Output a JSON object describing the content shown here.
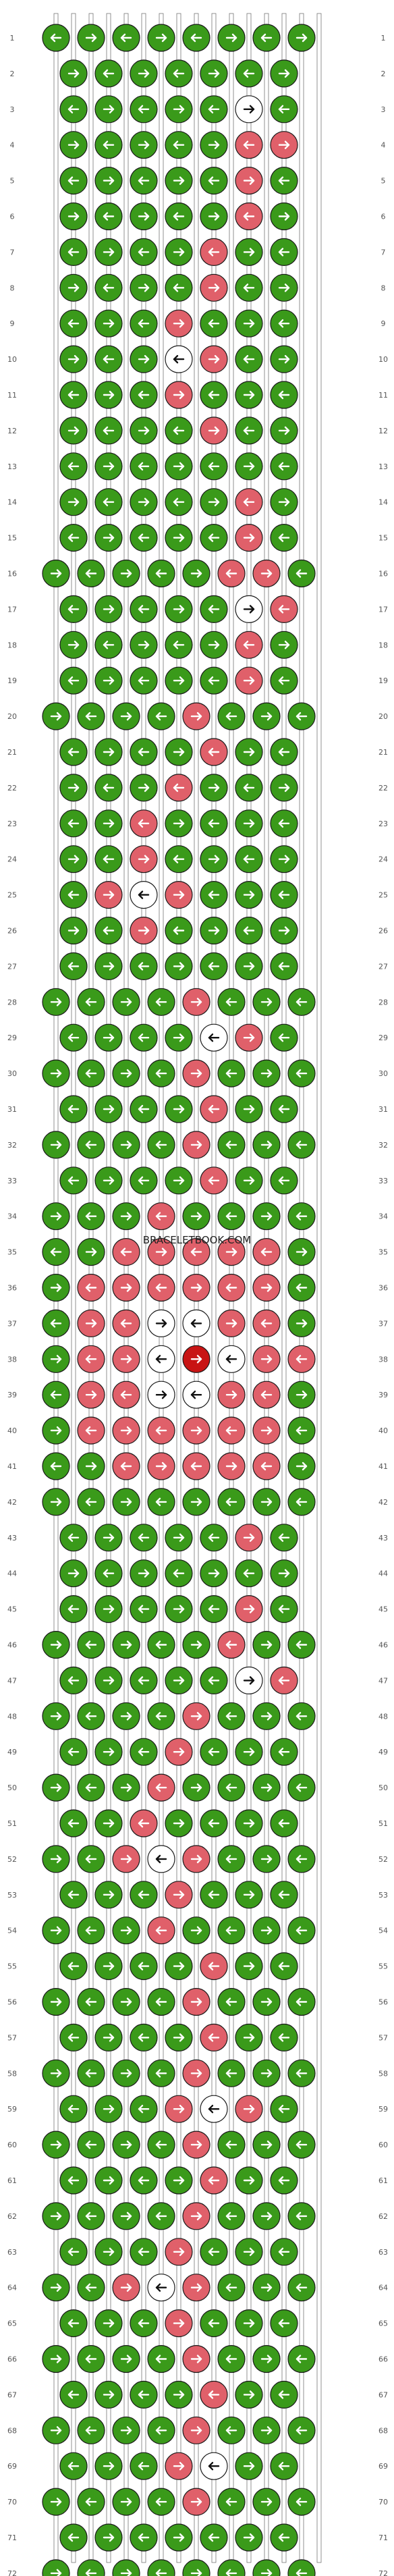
{
  "watermark": "BRACELETBOOK.COM",
  "colors": {
    "green": "#3a9a1a",
    "pink": "#e0606a",
    "white": "#ffffff",
    "red": "#c81414",
    "knot_border": "#1a1a1a",
    "label": "#555555"
  },
  "row_labels": [
    "1",
    "2",
    "3",
    "4",
    "5",
    "6",
    "7",
    "8",
    "9",
    "10",
    "11",
    "12",
    "13",
    "14",
    "15",
    "16",
    "17",
    "18",
    "19",
    "20",
    "21",
    "22",
    "23",
    "24",
    "25",
    "26",
    "27",
    "28",
    "29",
    "30",
    "31",
    "32",
    "33",
    "34",
    "35",
    "36",
    "37",
    "38",
    "39",
    "40",
    "41",
    "42",
    "43",
    "44",
    "45",
    "46",
    "47",
    "48",
    "49",
    "50",
    "51",
    "52",
    "53",
    "54",
    "55",
    "56",
    "57",
    "58",
    "59",
    "60",
    "61",
    "62",
    "63",
    "64",
    "65",
    "66",
    "67",
    "68",
    "69",
    "70",
    "71",
    "72"
  ],
  "knot_rows": [
    "GGGGGGGG",
    "GGGGGGG",
    "GGGGGWG",
    "GGGGGPP",
    "GGGGGPG",
    "GGGGGPG",
    "GGGGPGG",
    "GGGGPGG",
    "GGGPGGG",
    "GGGWPGG",
    "GGGPGGG",
    "GGGGPGG",
    "GGGGGGG",
    "GGGGGPG",
    "GGGGGPG",
    "GGGGGPPG",
    "GGGGGWP",
    "GGGGGPG",
    "GGGGGPG",
    "GGGGPGGG",
    "GGGGPGG",
    "GGGPGGG",
    "GGPGGGG",
    "GGPGGGG",
    "GPWPGGG",
    "GGPGGGG",
    "GGGGGGG",
    "GGGGPGGG",
    "GGGGWPG",
    "GGGGPGGG",
    "GGGGPGG",
    "GGGGPGGG",
    "GGGGPGG",
    "GGGPGGGG",
    "GGPPPPPG",
    "GPPPPPPG",
    "GPPWWPPG",
    "GPPWRWPPG",
    "GPPWWPPG",
    "GPPPPPPG",
    "GGPPPPPG",
    "GGGGGGGG",
    "GGGGGPG",
    "GGGGGGG",
    "GGGGGPG",
    "GGGGGPGG",
    "GGGGGWP",
    "GGGGPGGG",
    "GGGPGGG",
    "GGGPGGGG",
    "GGPGGGG",
    "GGPWPGGG",
    "GGGPGGG",
    "GGGPGGGG",
    "GGGGPGG",
    "GGGGPGGG",
    "GGGGPGG",
    "GGGGPGGG",
    "GGGPWPG",
    "GGGGPGGG",
    "GGGGPGG",
    "GGGGPGGG",
    "GGGPGGG",
    "GGPWPGGG",
    "GGGPGGG",
    "GGGGPGGG",
    "GGGGPGG",
    "GGGGPGGG",
    "GGGPWGG",
    "GGGGPGGG",
    "GGGGGGG",
    "GGGGGGGG"
  ]
}
